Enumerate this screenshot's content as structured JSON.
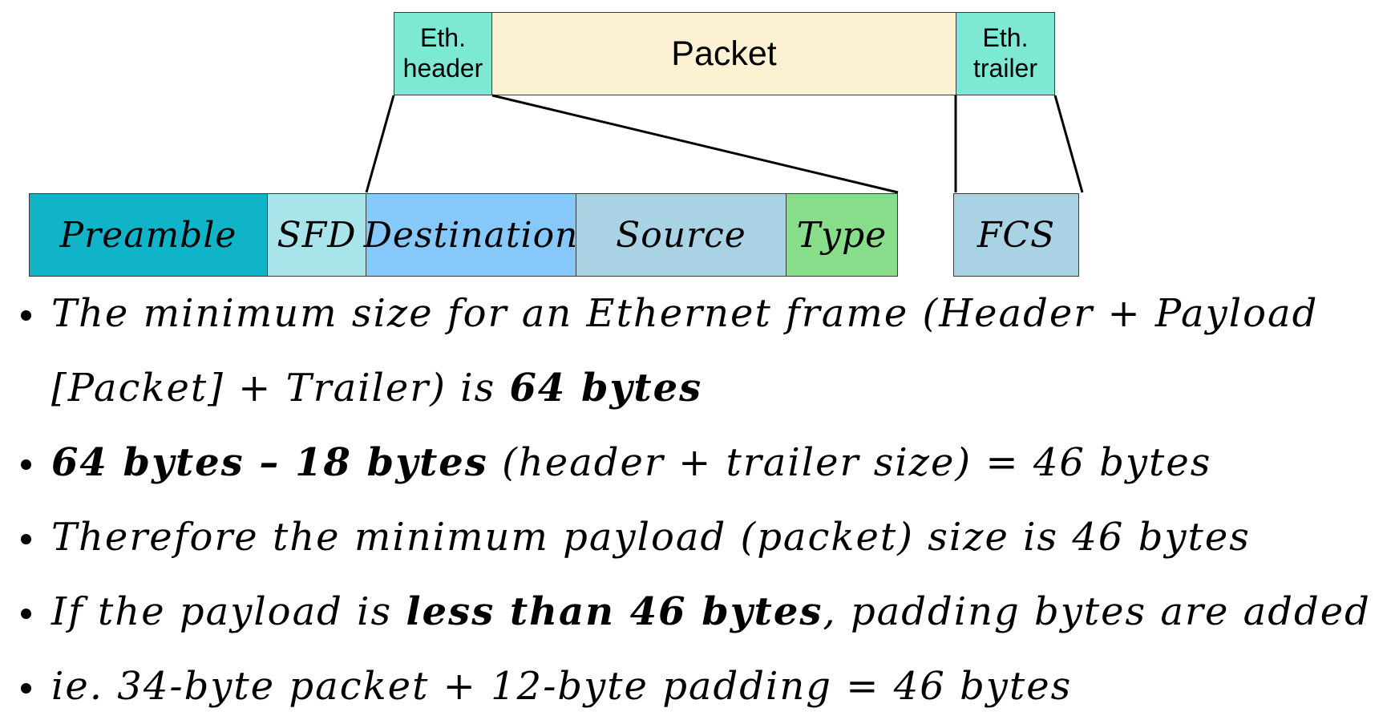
{
  "colors": {
    "eth_header_fill": "#7de8d3",
    "packet_fill": "#fcf1d3",
    "eth_trailer_fill": "#7de8d3",
    "preamble_fill": "#10b4c8",
    "sfd_fill": "#a9e4ea",
    "destination_fill": "#86c8f9",
    "source_fill": "#a9d2e5",
    "type_fill": "#88dd8a",
    "fcs_fill": "#a9d2e5"
  },
  "frame": {
    "header_line1": "Eth.",
    "header_line2": "header",
    "packet": "Packet",
    "trailer_line1": "Eth.",
    "trailer_line2": "trailer"
  },
  "fields": {
    "preamble": "Preamble",
    "sfd": "SFD",
    "destination": "Destination",
    "source": "Source",
    "type": "Type",
    "fcs": "FCS"
  },
  "bullets": {
    "b1_text": "The minimum size for an Ethernet frame (Header + Payload [Packet] + Trailer) is ",
    "b1_bold": "64 bytes",
    "b2_bold": "64 bytes – 18 bytes",
    "b2_text": " (header + trailer size) = 46 bytes",
    "b3_text": "Therefore the minimum payload (packet) size is 46 bytes",
    "b4_text_a": "If the payload is ",
    "b4_bold": "less than 46 bytes",
    "b4_text_b": ", padding bytes are added",
    "b5_text": "ie. 34-byte packet + 12-byte padding = 46 bytes"
  }
}
